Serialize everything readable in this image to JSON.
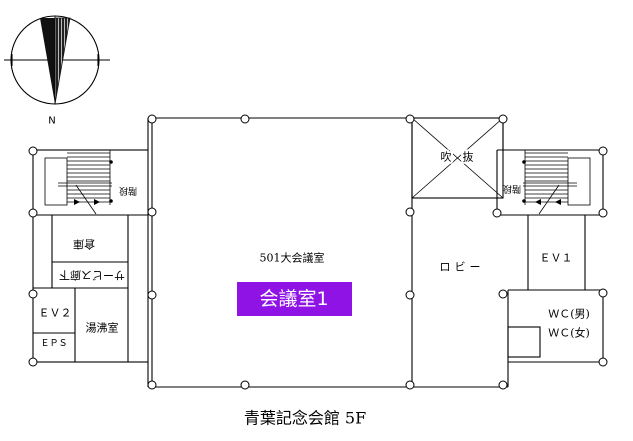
{
  "compass": {
    "north_label": "N"
  },
  "colors": {
    "highlight": "#9013e6",
    "highlight_text": "#ffffff",
    "lines": "#000000"
  },
  "rooms": {
    "stairs_west": "階段",
    "storage": "倉庫",
    "service_corridor": "サービス廊下",
    "elevator_2": "ＥＶ２",
    "eps": "ＥＰＳ",
    "kitchenette": "湯沸室",
    "main_hall": "501大会議室",
    "atrium": "吹　抜",
    "lobby": "ロビー",
    "stairs_east": "階段",
    "elevator_1": "ＥＶ１",
    "wc_men": "ＷＣ(男)",
    "wc_women": "ＷＣ(女)"
  },
  "highlight_label": "会議室1",
  "caption": "青葉記念会館 5F"
}
